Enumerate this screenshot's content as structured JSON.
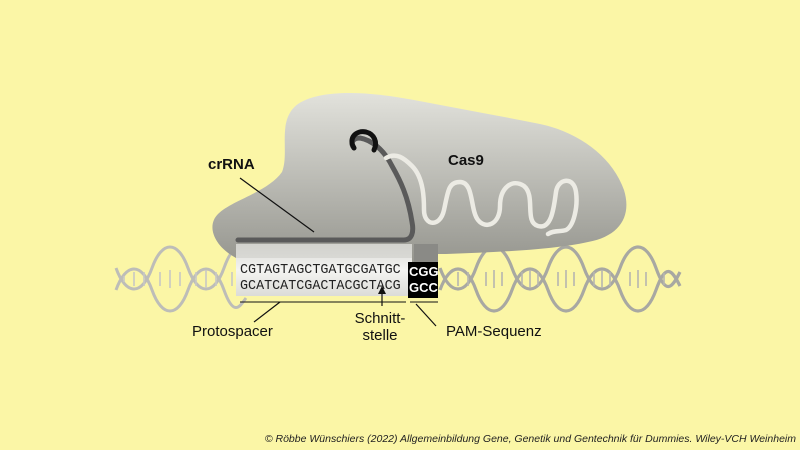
{
  "labels": {
    "crrna": "crRNA",
    "cas9": "Cas9",
    "protospacer": "Protospacer",
    "schnittstelle_line1": "Schnitt-",
    "schnittstelle_line2": "stelle",
    "pam": "PAM-Sequenz"
  },
  "sequence": {
    "top_protospacer": "CGTAGTAGCTGATGCGATGC",
    "top_pam": "CGG",
    "bottom_protospacer": "GCATCATCGACTACGCTACG",
    "bottom_pam": "GCC"
  },
  "copyright": "© Röbbe Wünschiers (2022) Allgemeinbildung Gene, Genetik und Gentechnik für Dummies. Wiley-VCH Weinheim",
  "colors": {
    "background": "#fbf6a6",
    "cas9_light": "#dcdcd6",
    "cas9_dark": "#9a9a94",
    "rna": "#555555",
    "pam_box": "#000000"
  }
}
